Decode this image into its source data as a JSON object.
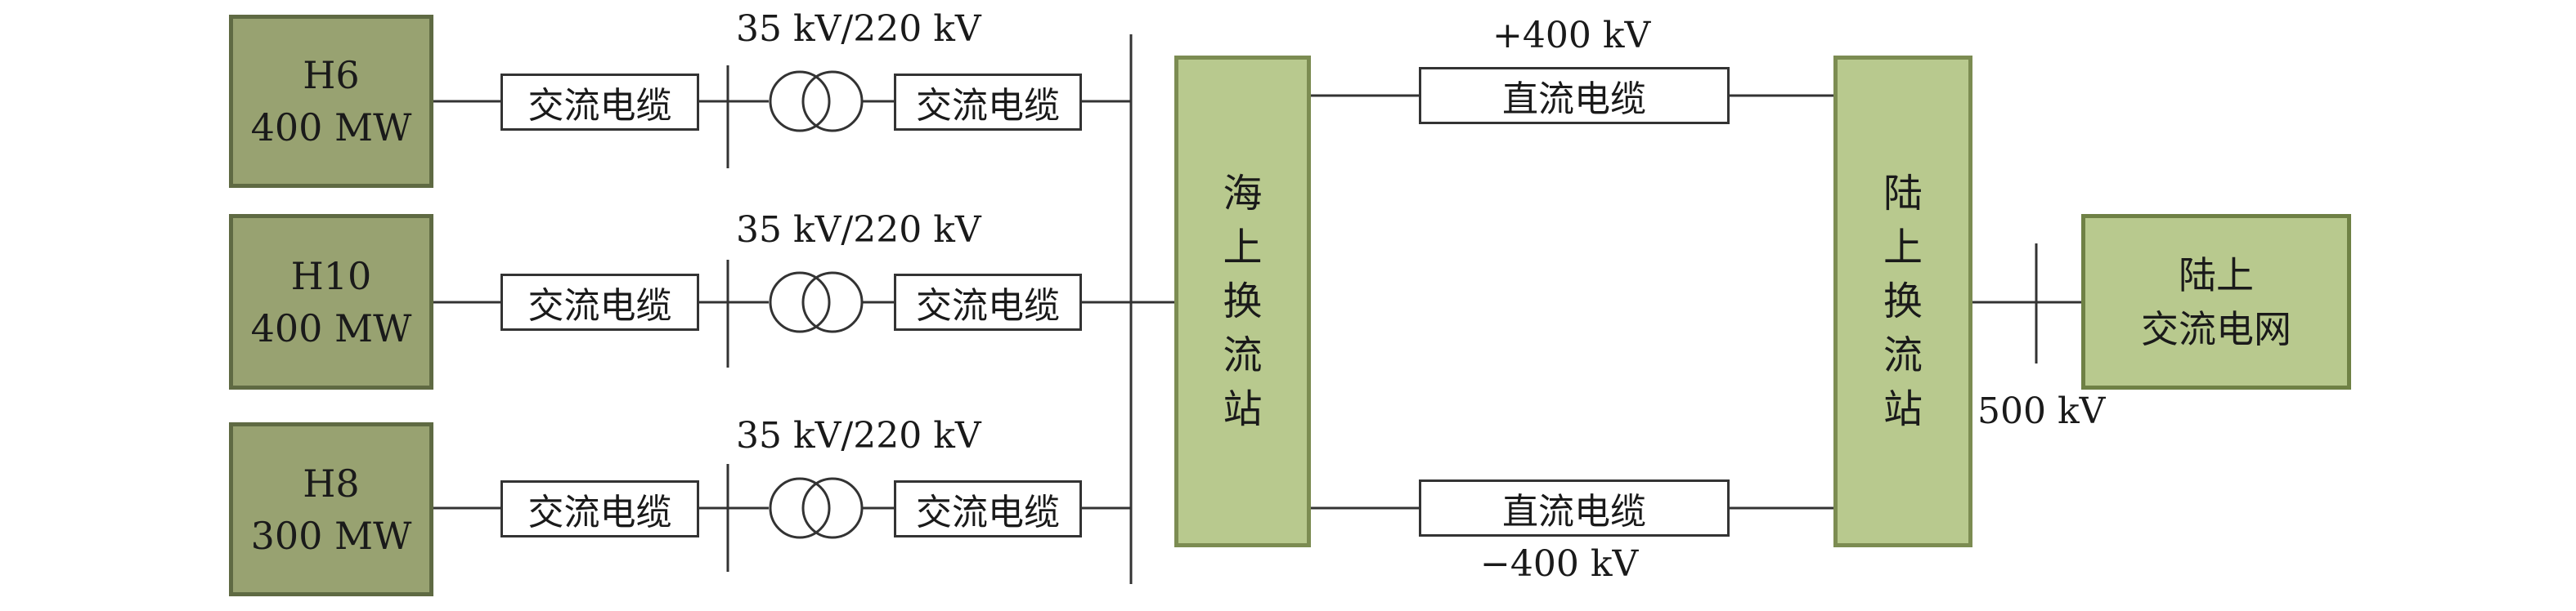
{
  "farms": [
    {
      "name": "H6",
      "power": "400 MW"
    },
    {
      "name": "H10",
      "power": "400 MW"
    },
    {
      "name": "H8",
      "power": "300 MW"
    }
  ],
  "ac_cable_label": "交流电缆",
  "transformer_voltage": "35 kV/220 kV",
  "offshore_station_label": "海上换流站",
  "onshore_station_label": "陆上换流站",
  "dc_cable_label": "直流电缆",
  "dc_positive_voltage": "+400 kV",
  "dc_negative_voltage": "−400 kV",
  "onshore_grid": {
    "line1": "陆上",
    "line2": "交流电网"
  },
  "grid_voltage": "500 kV"
}
